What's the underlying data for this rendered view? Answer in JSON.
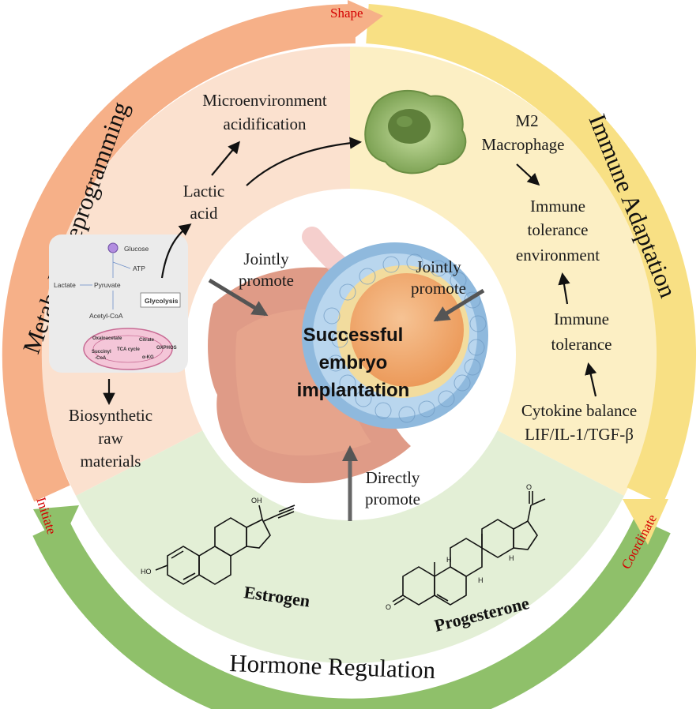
{
  "ring": {
    "metabolic_title": "Metabolic Reprogramming",
    "immune_title": "Immune Adaptation",
    "hormone_title": "Hormone Regulation",
    "shape_label": "Shape",
    "initiate_label": "Initiate",
    "coordinate_label": "Coordinate",
    "colors": {
      "metabolic": "#f7b08a",
      "immune": "#f8e08c",
      "hormone": "#9cc97a",
      "stage_text": "#d40000"
    }
  },
  "metabolic": {
    "glycolysis_panel": {
      "glucose": "Glucose",
      "atp": "ATP",
      "lactate": "Lactate",
      "pyruvate": "Pyruvate",
      "acetyl_coa": "Acetyl-CoA",
      "glycolysis_box": "Glycolysis",
      "oxaloacetate": "Oxaloacetate",
      "citrate": "Citrate",
      "tca_cycle": "TCA cycle",
      "oxphos": "OXPHOS",
      "succinyl_coa_1": "Succinyl",
      "succinyl_coa_2": "-CoA",
      "akg": "α-KG"
    },
    "lactic_acid_1": "Lactic",
    "lactic_acid_2": "acid",
    "microenv_1": "Microenvironment",
    "microenv_2": "acidification",
    "biosynthetic_1": "Biosynthetic",
    "biosynthetic_2": "raw",
    "biosynthetic_3": "materials"
  },
  "immune": {
    "m2_1": "M2",
    "m2_2": "Macrophage",
    "tolerance_env_1": "Immune",
    "tolerance_env_2": "tolerance",
    "tolerance_env_3": "environment",
    "tolerance_1": "Immune",
    "tolerance_2": "tolerance",
    "cytokine_1": "Cytokine balance",
    "cytokine_2": "LIF/IL-1/TGF-β"
  },
  "center": {
    "title_1": "Successful",
    "title_2": "embryo",
    "title_3": "implantation",
    "jointly_left_1": "Jointly",
    "jointly_left_2": "promote",
    "jointly_right_1": "Jointly",
    "jointly_right_2": "promote",
    "directly_1": "Directly",
    "directly_2": "promote"
  },
  "hormone": {
    "estrogen": "Estrogen",
    "progesterone": "Progesterone",
    "oh": "OH",
    "ho": "HO",
    "o": "O",
    "h": "H"
  }
}
